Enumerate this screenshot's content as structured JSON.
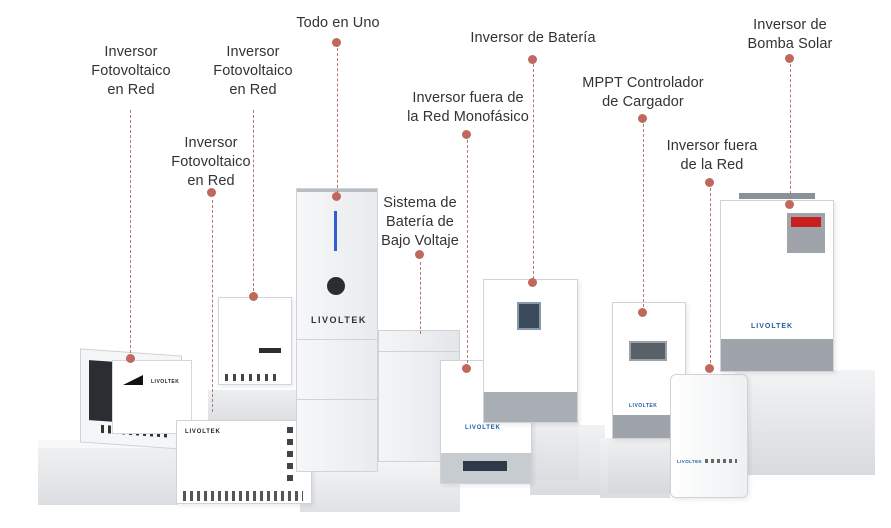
{
  "labels": {
    "grid_inverter_1": "Inversor\nFotovoltaico\nen Red",
    "grid_inverter_2": "Inversor\nFotovoltaico\nen Red",
    "grid_inverter_3": "Inversor\nFotovoltaico\nen Red",
    "all_in_one": "Todo en Uno",
    "low_voltage_battery": "Sistema de\nBatería de\nBajo Voltaje",
    "offgrid_single_phase": "Inversor fuera de\nla Red Monofásico",
    "battery_inverter": "Inversor de Batería",
    "mppt_controller": "MPPT Controlador\nde Cargador",
    "offgrid_inverter": "Inversor fuera\nde la Red",
    "solar_pump_inverter": "Inversor de\nBomba Solar"
  },
  "brand": {
    "name": "LIVOLTEK"
  },
  "colors": {
    "accent_dot": "#c0685d",
    "accent_line": "#b5776e",
    "brand_blue": "#1f5fa0",
    "text": "#333333"
  }
}
